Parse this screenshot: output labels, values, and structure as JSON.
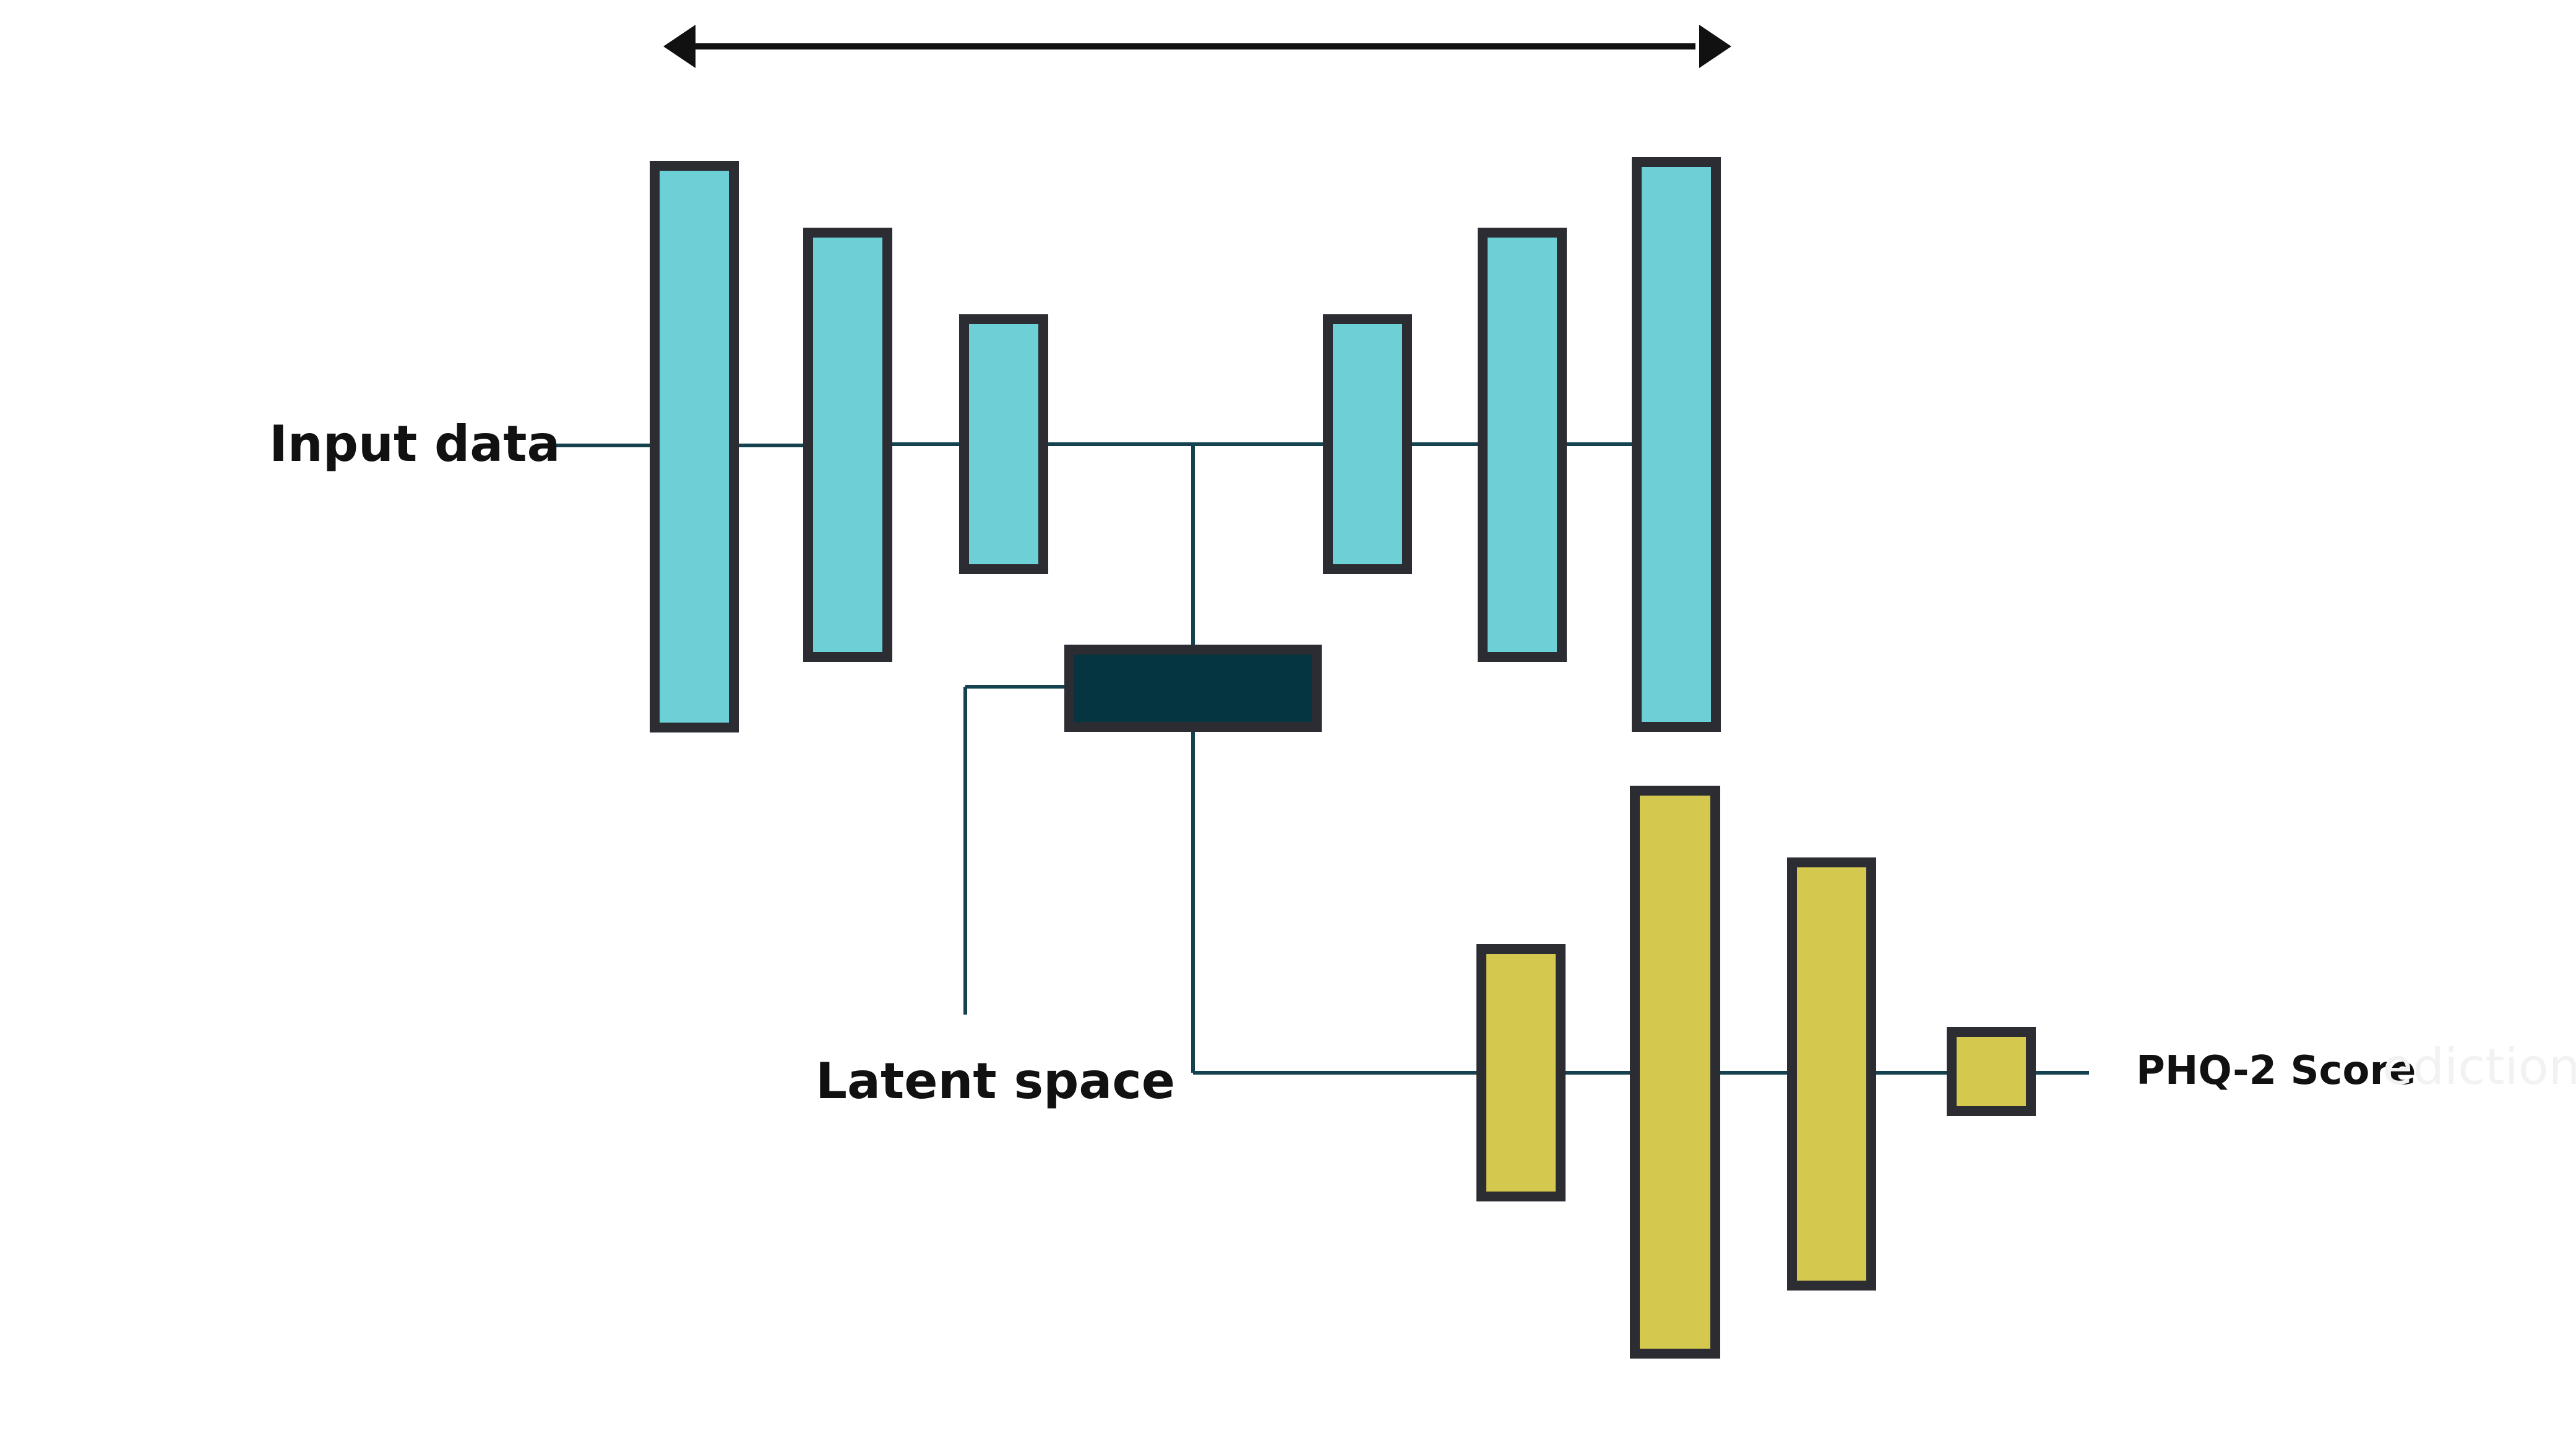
{
  "labels": {
    "input": "Input data",
    "latent": "Latent space",
    "output": "PHQ-2 Score",
    "output_faded": "ediction"
  },
  "colors": {
    "encoder_decoder": "#6dd0d6",
    "latent": "#053540",
    "predictor": "#d4c84e",
    "outline": "#2b2d33",
    "connector": "#14434f",
    "arrow": "#111111",
    "faded_text": "#f2f2f2"
  },
  "blocks": {
    "encoder": [
      "encoder-layer-1",
      "encoder-layer-2",
      "encoder-layer-3"
    ],
    "decoder": [
      "decoder-layer-1",
      "decoder-layer-2",
      "decoder-layer-3"
    ],
    "latent": "latent-layer",
    "predictor": [
      "predictor-layer-1",
      "predictor-layer-2",
      "predictor-layer-3",
      "predictor-layer-4"
    ]
  }
}
